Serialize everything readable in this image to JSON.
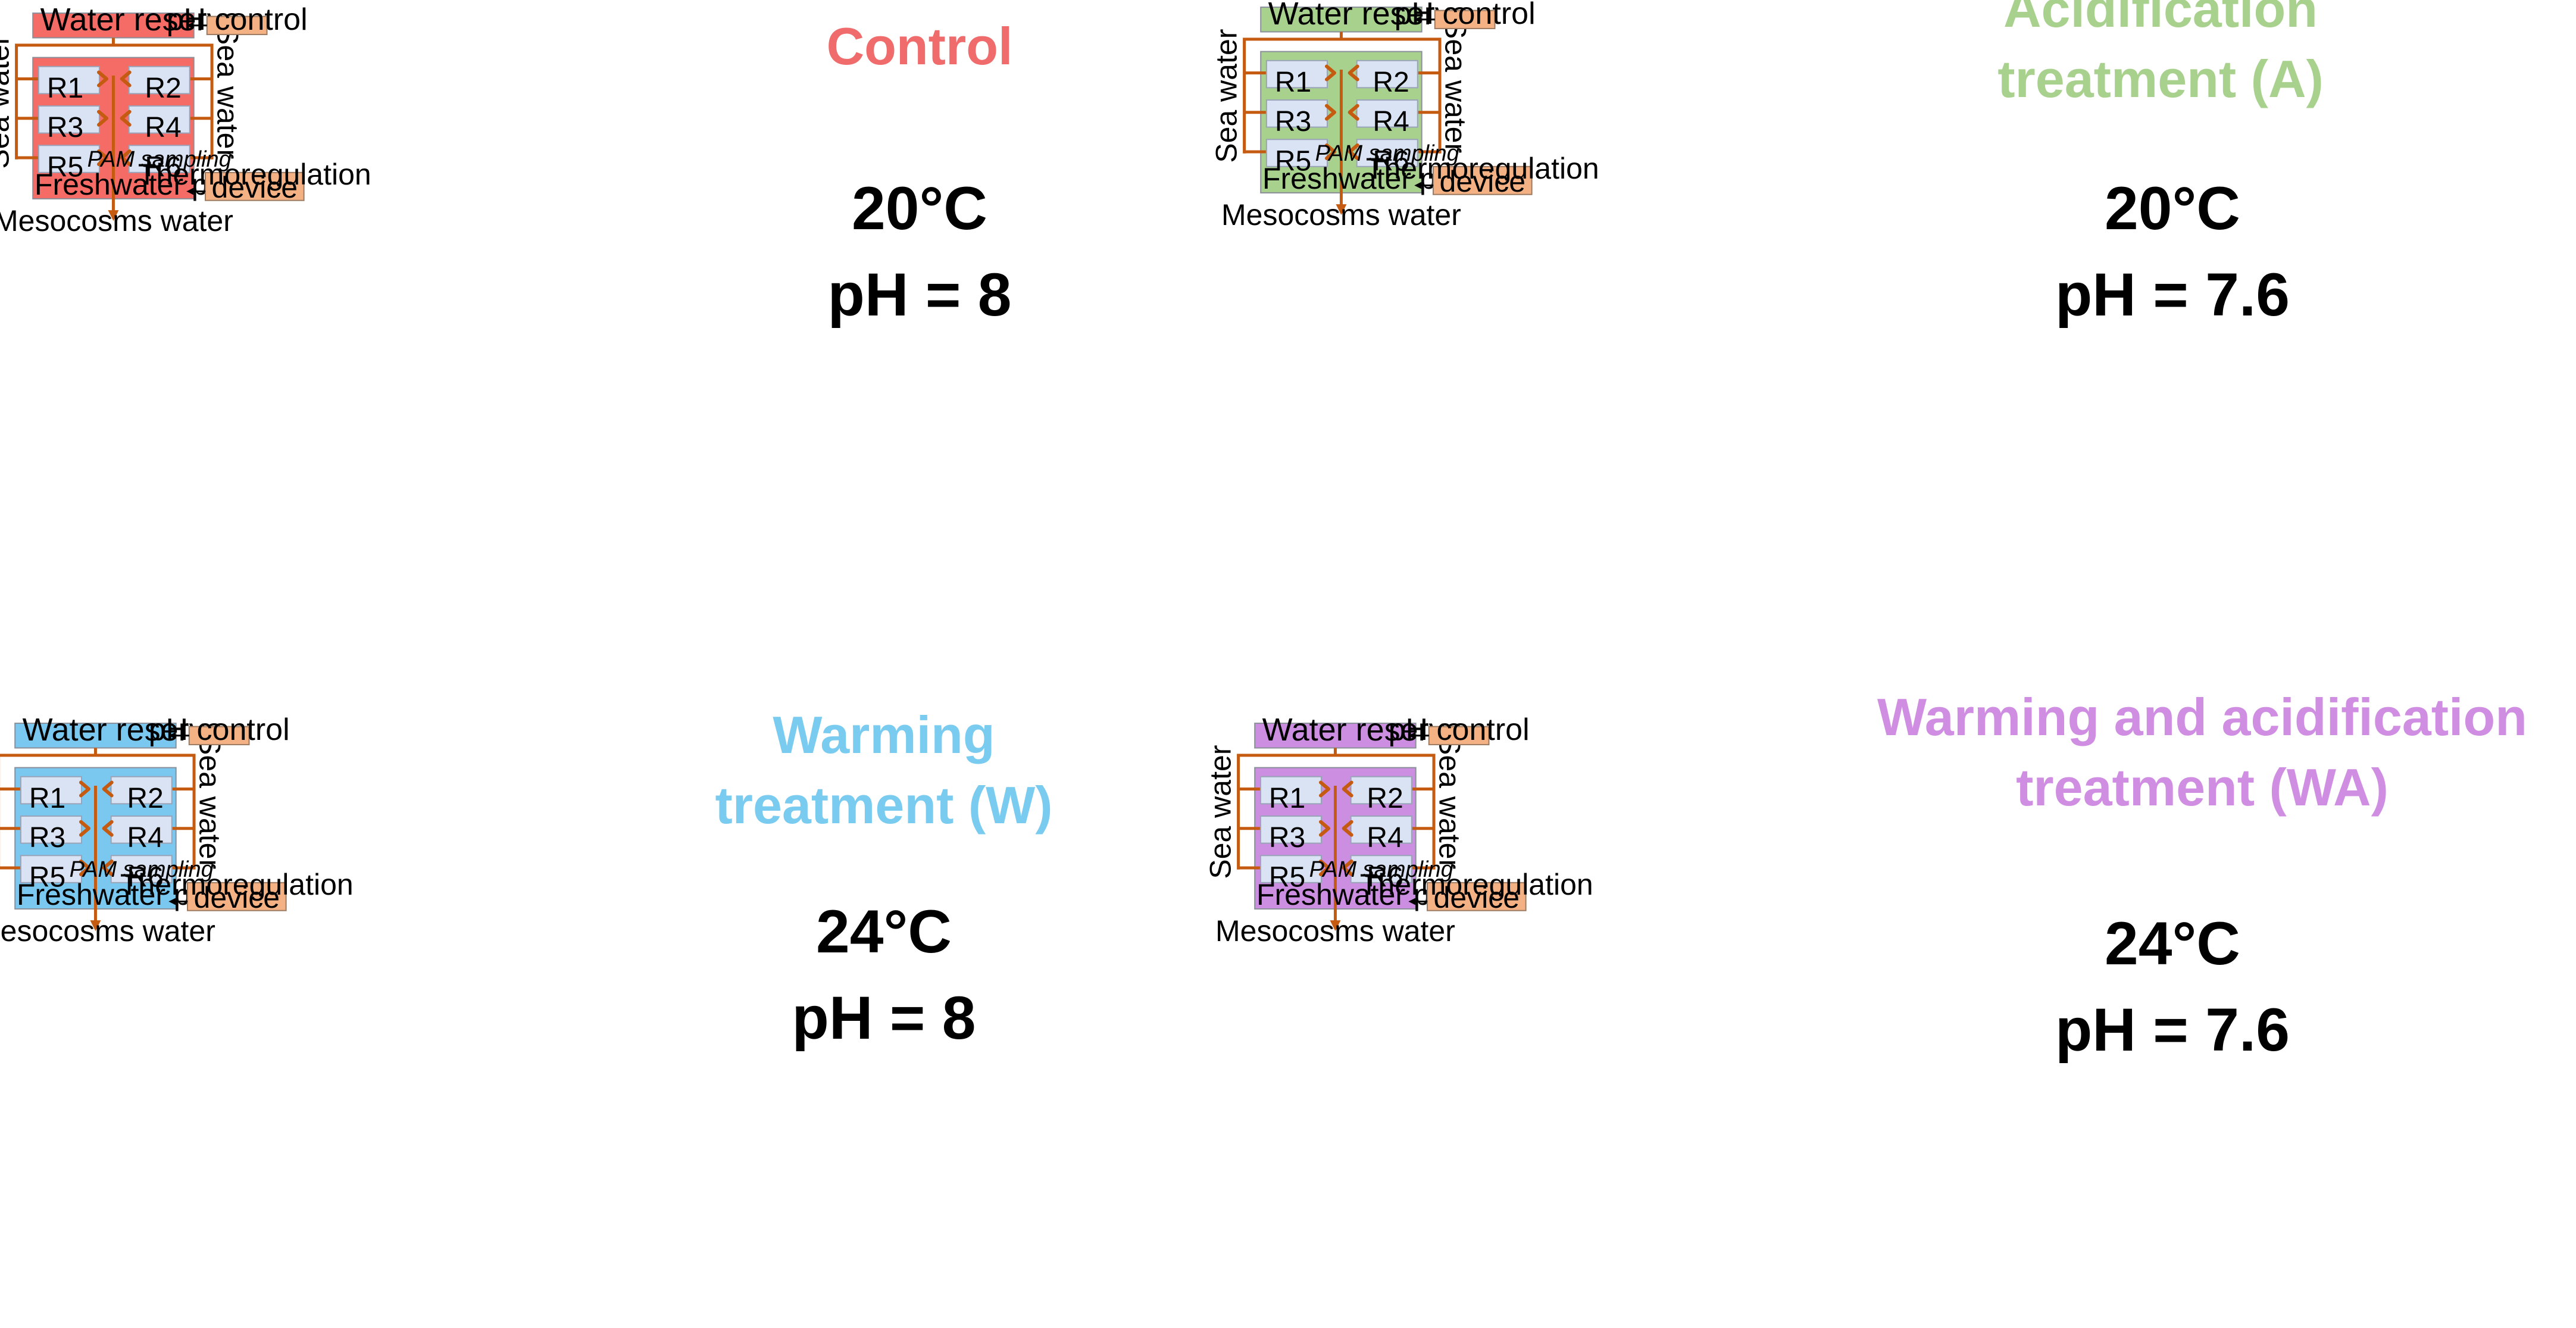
{
  "labels": {
    "water_reserve": "Water reserve",
    "ph_control": "pH control",
    "thermoregulation_line1": "Thermoregulation",
    "thermoregulation_line2": "device",
    "freshwater_pool": "Freshwater pool",
    "mesocosms_water": "Mesocosms water",
    "sea_water": "Sea water",
    "pam_sampling": "PAM sampling"
  },
  "tanks": [
    "R1",
    "R2",
    "R3",
    "R4",
    "R5",
    "R6"
  ],
  "colors": {
    "pipe": "#C55A11",
    "tank_fill": "#DAE3F3",
    "tank_stroke": "#9AA4B8",
    "label_box_fill": "#F4B183",
    "label_box_stroke": "#9C7B62",
    "text": "#000000"
  },
  "panels": [
    {
      "id": "control",
      "title_lines": [
        "Control"
      ],
      "temperature": "20°C",
      "ph": "pH = 8",
      "color": "#F56B66",
      "title_color": "#F06B6B"
    },
    {
      "id": "acidification",
      "title_lines": [
        "Acidification",
        "treatment (A)"
      ],
      "temperature": "20°C",
      "ph": "pH = 7.6",
      "color": "#A9D18E",
      "title_color": "#A9D18E"
    },
    {
      "id": "warming",
      "title_lines": [
        "Warming",
        "treatment (W)"
      ],
      "temperature": "24°C",
      "ph": "pH = 8",
      "color": "#7AC8F0",
      "title_color": "#7ACBF0"
    },
    {
      "id": "warming-acidification",
      "title_lines": [
        "Warming and acidification",
        "treatment (WA)"
      ],
      "temperature": "24°C",
      "ph": "pH = 7.6",
      "color": "#CC8EE0",
      "title_color": "#D08EE3"
    }
  ]
}
